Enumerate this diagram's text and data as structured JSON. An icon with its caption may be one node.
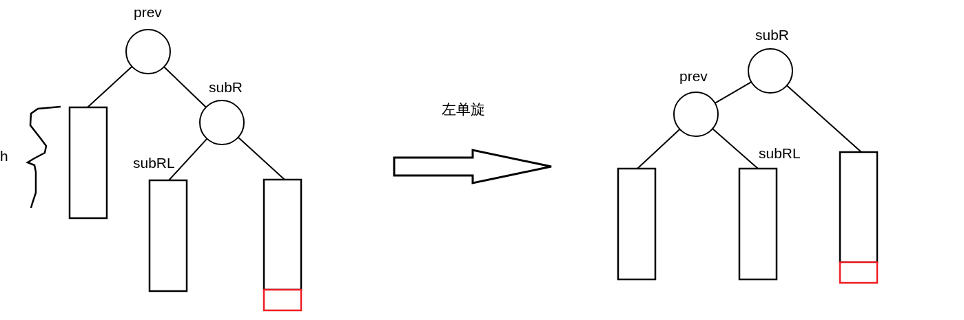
{
  "diagram": {
    "nodes": [
      {
        "text": [
          "prev"
        ]
      },
      {
        "text": [],
        "shape": "box"
      },
      {
        "text": [
          "subR"
        ]
      },
      {
        "text": [
          "subRL"
        ]
      },
      {
        "text": [],
        "shape": "box"
      },
      {
        "text": [],
        "shape": "box"
      },
      {
        "text": [
          "subR"
        ]
      },
      {
        "text": [
          "prev"
        ]
      },
      {
        "text": [],
        "shape": "box"
      },
      {
        "text": [
          "subRL"
        ]
      },
      {
        "text": [],
        "shape": "box"
      },
      {
        "text": [],
        "shape": "box"
      }
    ],
    "edges": [
      {
        "from": 0,
        "to": 1,
        "arrow": "none"
      },
      {
        "from": 0,
        "to": 2,
        "arrow": "none"
      },
      {
        "from": 2,
        "to": 3,
        "arrow": "none"
      },
      {
        "from": 2,
        "to": 4,
        "arrow": "none"
      },
      {
        "from": 6,
        "to": 7,
        "arrow": "none"
      },
      {
        "from": 7,
        "to": 8,
        "arrow": "none"
      },
      {
        "from": 7,
        "to": 9,
        "arrow": "none"
      },
      {
        "from": 6,
        "to": 10,
        "arrow": "none"
      }
    ],
    "labels": [
      "h",
      "左单旋"
    ]
  }
}
